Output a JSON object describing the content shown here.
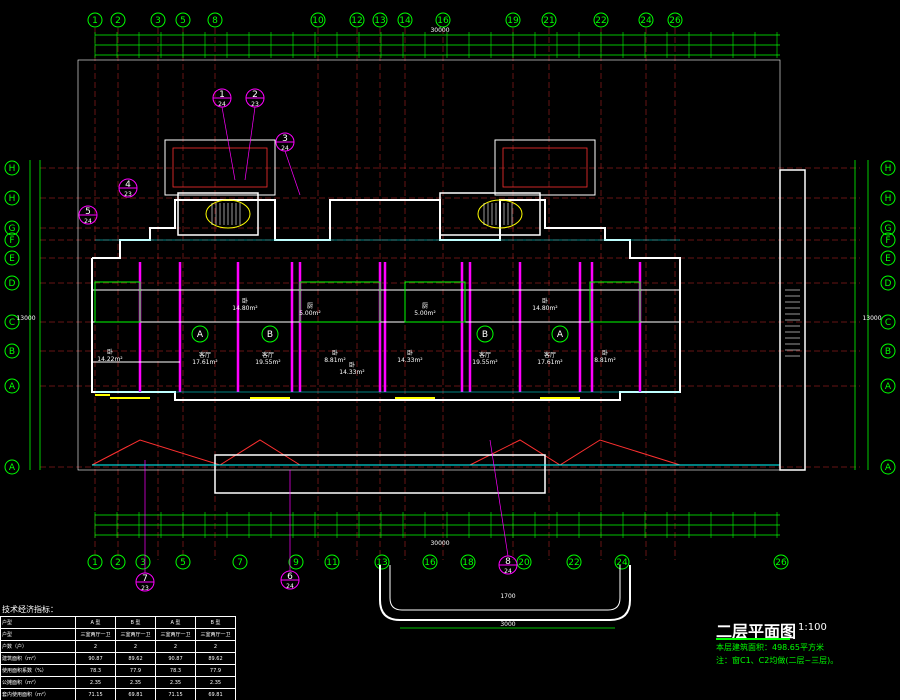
{
  "drawing": {
    "title": "二层平面图",
    "scale": "1:100",
    "note1": "本层建筑面积：498.65平方米",
    "note2": "注：窗C1、C2均做(二层~三层)。"
  },
  "grid": {
    "top_axes": [
      "1",
      "2",
      "3",
      "5",
      "8",
      "10",
      "12",
      "13",
      "14",
      "16",
      "19",
      "21",
      "22",
      "24",
      "26"
    ],
    "bottom_axes": [
      "1",
      "2",
      "3",
      "5",
      "7",
      "9",
      "11",
      "13",
      "16",
      "18",
      "20",
      "22",
      "24",
      "26"
    ],
    "left_axes": [
      "H",
      "H",
      "G",
      "F",
      "E",
      "D",
      "C",
      "B",
      "A",
      "A"
    ],
    "right_axes": [
      "H",
      "H",
      "G",
      "F",
      "E",
      "D",
      "C",
      "B",
      "A",
      "A"
    ]
  },
  "dims": {
    "overall_top": "30000",
    "overall_bottom": "30000",
    "overall_left": "13000",
    "overall_right": "13000",
    "balcony_top": "1700",
    "balcony_bottom": "3000"
  },
  "units": [
    "A",
    "B",
    "B",
    "A"
  ],
  "rooms": [
    {
      "label": "卧",
      "area": "14.22m²"
    },
    {
      "label": "客厅",
      "area": "17.61m²"
    },
    {
      "label": "客厅",
      "area": "19.55m²"
    },
    {
      "label": "卧",
      "area": "8.81m²"
    },
    {
      "label": "卧",
      "area": "14.33m²"
    },
    {
      "label": "卧",
      "area": "14.33m²"
    },
    {
      "label": "客厅",
      "area": "19.55m²"
    },
    {
      "label": "客厅",
      "area": "17.61m²"
    },
    {
      "label": "卧",
      "area": "8.81m²"
    },
    {
      "label": "卧",
      "area": "14.80m²"
    },
    {
      "label": "卧",
      "area": "14.80m²"
    },
    {
      "label": "厨",
      "area": "5.00m²"
    },
    {
      "label": "厨",
      "area": "5.00m²"
    }
  ],
  "detail_refs": [
    "1",
    "2",
    "3",
    "4",
    "5",
    "6",
    "7",
    "8"
  ],
  "sheet_refs": [
    "24",
    "23",
    "24",
    "23",
    "24",
    "24",
    "23",
    "24"
  ],
  "table": {
    "title": "技术经济指标：",
    "header": [
      "户型",
      "A 型",
      "B 型",
      "A 型",
      "B 型"
    ],
    "rows": [
      [
        "户型",
        "三室两厅一卫",
        "三室两厅一卫",
        "三室两厅一卫",
        "三室两厅一卫"
      ],
      [
        "户数（户）",
        "2",
        "2",
        "2",
        "2"
      ],
      [
        "建筑面积（m²）",
        "90.87",
        "89.62",
        "90.87",
        "89.62"
      ],
      [
        "使用面积系数（%）",
        "78.3",
        "77.9",
        "78.3",
        "77.9"
      ],
      [
        "公摊面积（m²）",
        "2.35",
        "2.35",
        "2.35",
        "2.35"
      ],
      [
        "套内使用面积（m²）",
        "71.15",
        "69.81",
        "71.15",
        "69.81"
      ]
    ]
  }
}
